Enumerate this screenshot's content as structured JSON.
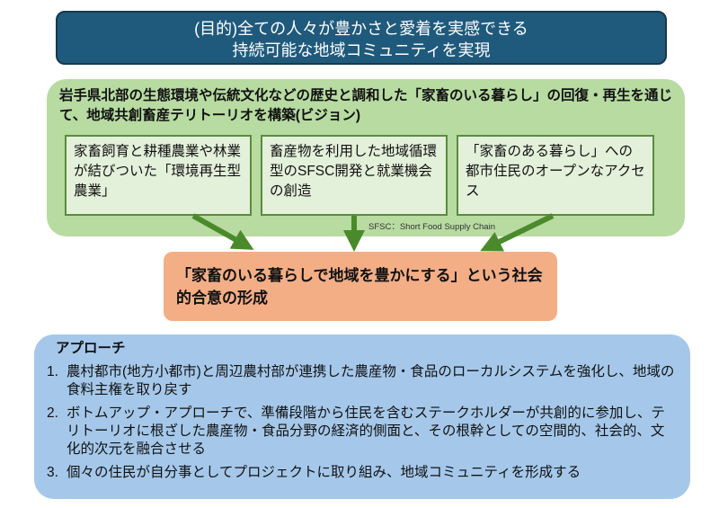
{
  "purpose": {
    "line1": "(目的)全ての人々が豊かさと愛着を実感できる",
    "line2": "持続可能な地域コミュニティを実現"
  },
  "vision": {
    "text": "岩手県北部の生態環境や伝統文化などの歴史と調和した「家畜のいる暮らし」の回復・再生を通じて、地域共創畜産テリトーリオを構築(ビジョン)",
    "cards": [
      "家畜飼育と耕種農業や林業が結びついた「環境再生型農業」",
      "畜産物を利用した地域循環型のSFSC開発と就業機会の創造",
      "「家畜のある暮らし」への都市住民のオープンなアクセス"
    ],
    "note": "SFSC：Short Food Supply Chain"
  },
  "goal": {
    "text": "「家畜のいる暮らしで地域を豊かにする」という社会的合意の形成"
  },
  "approach": {
    "title": "アプローチ",
    "items": [
      {
        "num": "1.",
        "text": "農村都市(地方小都市)と周辺農村部が連携した農産物・食品のローカルシステムを強化し、地域の食料主権を取り戻す"
      },
      {
        "num": "2.",
        "text": "ボトムアップ・アプローチで、準備段階から住民を含むステークホルダーが共創的に参加し、テリトーリオに根ざした農産物・食品分野の経済的側面と、その根幹としての空間的、社会的、文化的次元を融合させる"
      },
      {
        "num": "3.",
        "text": "個々の住民が自分事としてプロジェクトに取り組み、地域コミュニティを形成する"
      }
    ]
  },
  "colors": {
    "purpose": "#1f5a7c",
    "vision": "#b7dba1",
    "card": "#e3f0da",
    "arrow": "#4a8a2a",
    "goal": "#f3ae86",
    "approach": "#a5c8ea"
  }
}
